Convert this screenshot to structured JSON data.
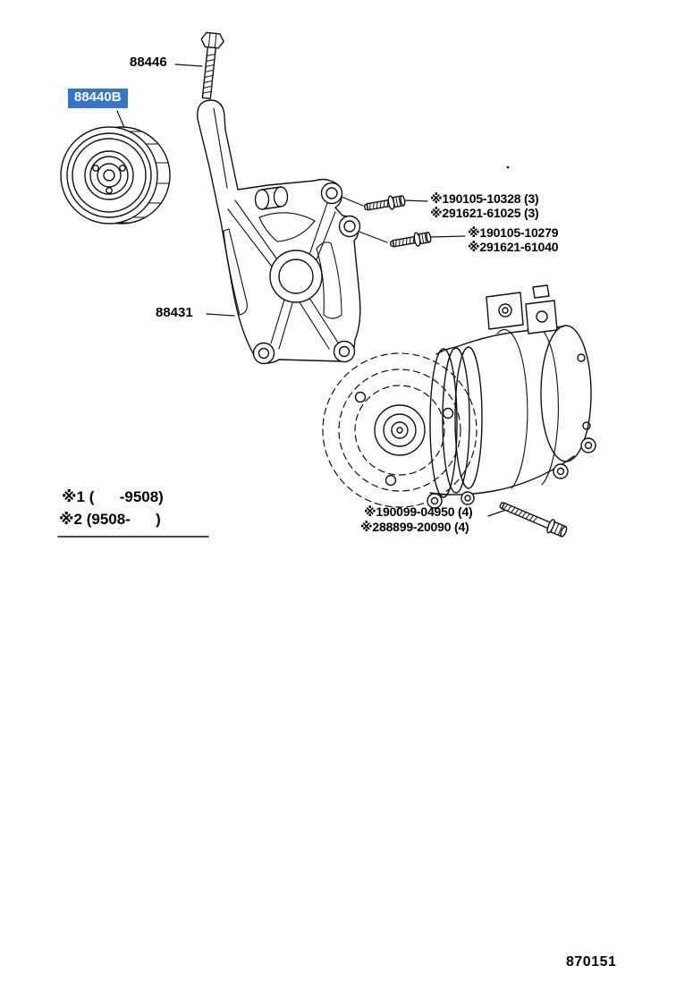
{
  "callouts": {
    "bolt_top": "88446",
    "pulley": "88440B",
    "bracket": "88431",
    "fastener_a1": "※190105-10328 (3)",
    "fastener_a2": "※291621-61025 (3)",
    "fastener_b1": "※190105-10279",
    "fastener_b2": "※291621-61040",
    "fastener_c1": "※190099-04950 (4)",
    "fastener_c2": "※288899-20090 (4)"
  },
  "legend": {
    "line1": "※1 (      -9508)",
    "line2": "※2 (9508-      )"
  },
  "footer": {
    "drawing_code": "870151"
  },
  "colors": {
    "highlight_bg": "#3476cc",
    "highlight_fg": "#ffffff",
    "line": "#111111"
  }
}
